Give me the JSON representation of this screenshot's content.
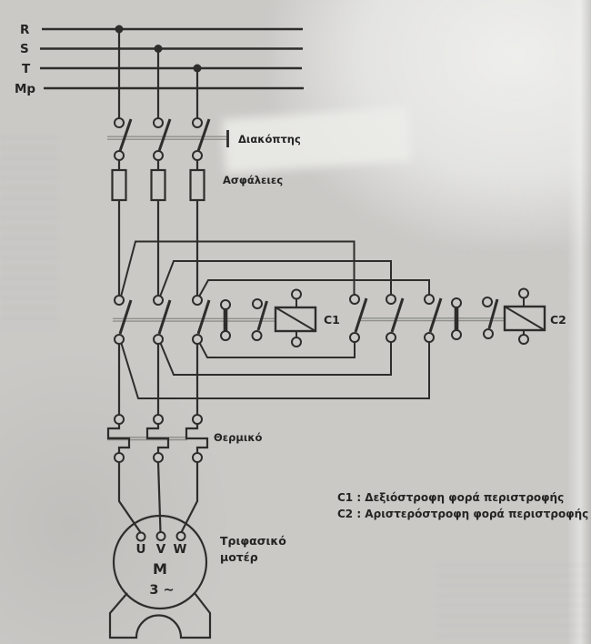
{
  "colors": {
    "background": "#cac9c6",
    "line": "#2e2d2b",
    "linkage": "#8f8e8a",
    "text": "#242423"
  },
  "bus": {
    "r": "R",
    "s": "S",
    "t": "T",
    "mp": "Mp"
  },
  "switch": {
    "label": "Διακόπτης"
  },
  "fuses": {
    "label": "Ασφάλειες"
  },
  "contactors": {
    "c1_label": "C1",
    "c2_label": "C2"
  },
  "thermal": {
    "label": "Θερμικό"
  },
  "motor": {
    "terminal_u": "U",
    "terminal_v": "V",
    "terminal_w": "W",
    "symbol": "M",
    "phase": "3 ∼",
    "label_line1": "Τριφασικό",
    "label_line2": "μοτέρ"
  },
  "legend": {
    "line1": "C1 : Δεξιόστροφη φορά περιστροφής",
    "line2": "C2 : Αριστερόστροφη φορά περιστροφής"
  }
}
